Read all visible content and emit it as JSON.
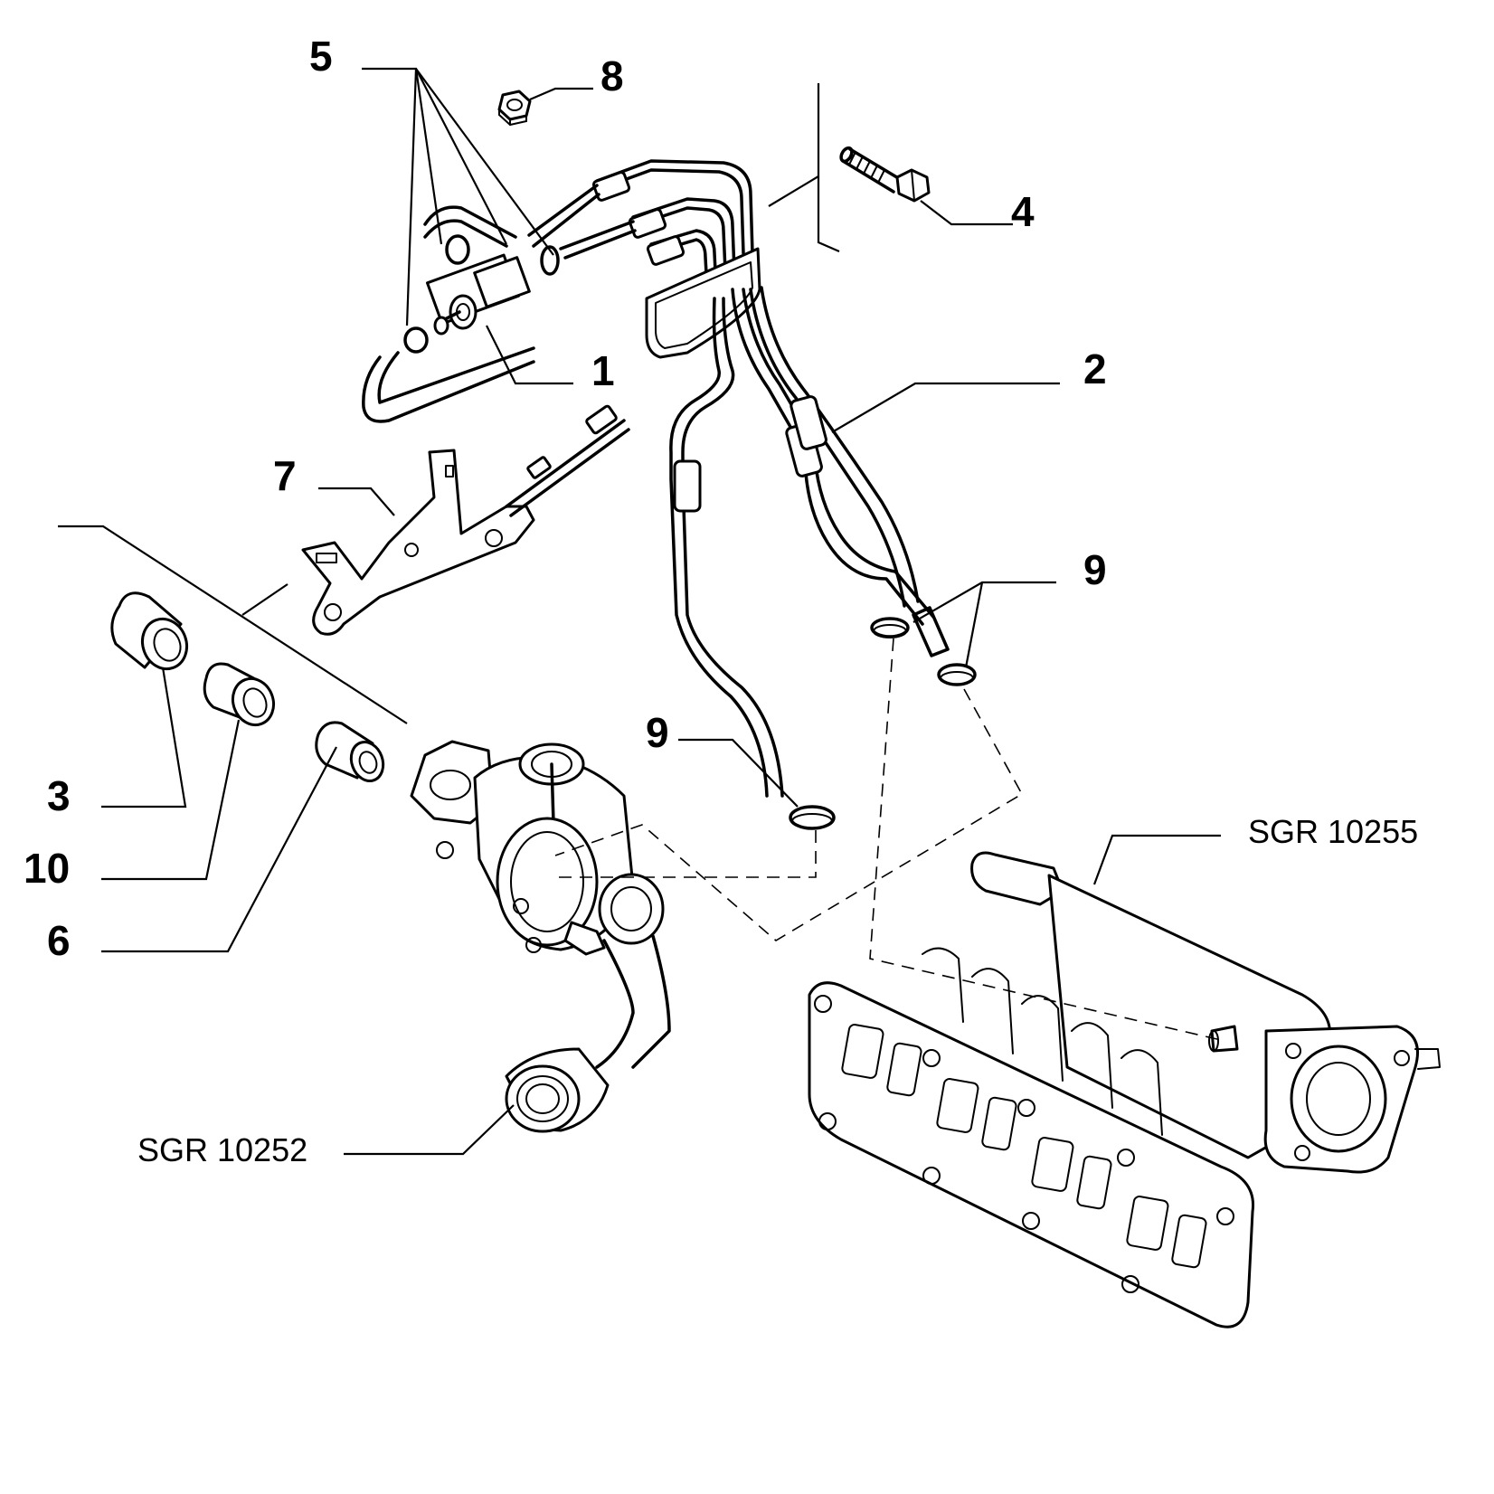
{
  "callouts": [
    {
      "id": "1",
      "label": "1"
    },
    {
      "id": "2",
      "label": "2"
    },
    {
      "id": "3",
      "label": "3"
    },
    {
      "id": "4",
      "label": "4"
    },
    {
      "id": "5",
      "label": "5"
    },
    {
      "id": "6",
      "label": "6"
    },
    {
      "id": "7",
      "label": "7"
    },
    {
      "id": "8",
      "label": "8"
    },
    {
      "id": "9a",
      "label": "9"
    },
    {
      "id": "9b",
      "label": "9"
    },
    {
      "id": "10",
      "label": "10"
    }
  ],
  "references": [
    {
      "id": "sgr-10255",
      "label": "SGR 10255"
    },
    {
      "id": "sgr-10252",
      "label": "SGR 10252"
    }
  ]
}
